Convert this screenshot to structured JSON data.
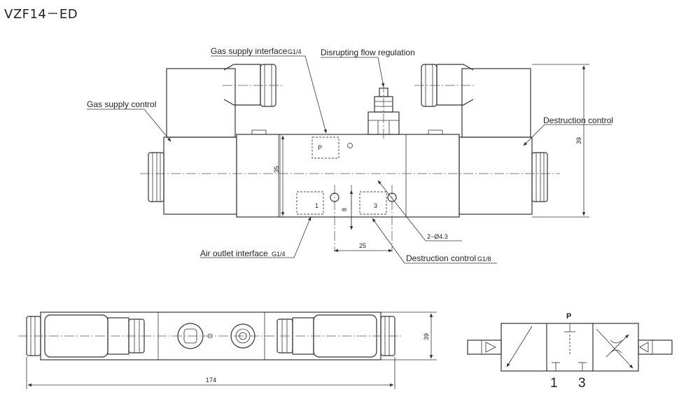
{
  "title": "VZF14－ED",
  "labels": {
    "gas_supply_interface": "Gas supply interface",
    "gas_supply_interface_thread": "G1/4",
    "disrupting_flow": "Disrupting flow regulation",
    "gas_supply_control": "Gas supply control",
    "destruction_control_right": "Destruction control",
    "air_outlet_interface": "Air outlet interface",
    "air_outlet_thread": "G1/4",
    "destruction_control_port": "Destruction control",
    "destruction_control_thread": "G1/8",
    "hole_spec": "2−Ø4.3"
  },
  "dimensions": {
    "height_39_side": "39",
    "height_35": "35",
    "port_8": "8",
    "pitch_25": "25",
    "height_39_top": "39",
    "length_174": "174"
  },
  "ports": {
    "p": "P",
    "one": "1",
    "three": "3"
  },
  "symbol": {
    "p": "P",
    "one": "1",
    "three": "3"
  }
}
